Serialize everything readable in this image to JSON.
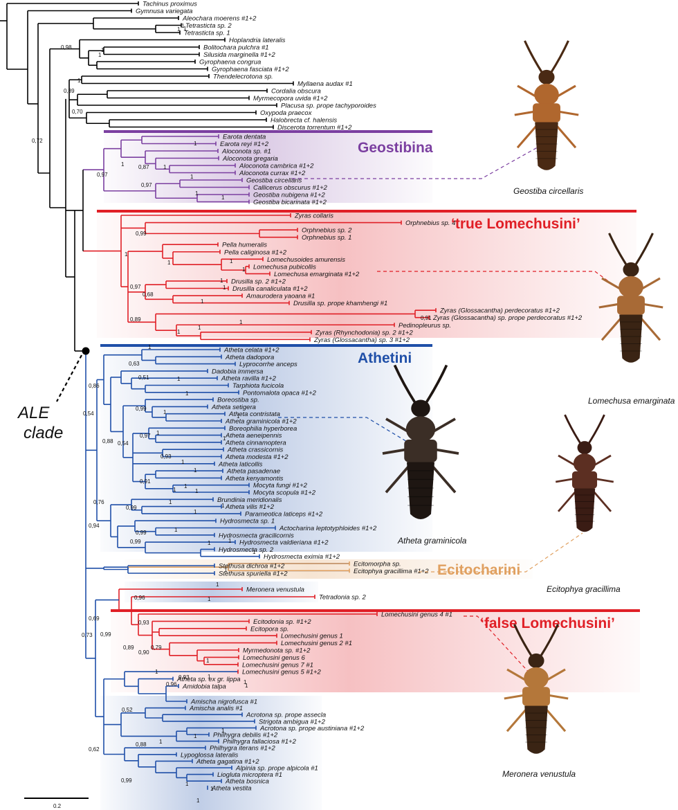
{
  "colors": {
    "outgroup": "#000000",
    "geostibina": "#7b3fa0",
    "lomechusini": "#e01f26",
    "athetini": "#1f4fa8",
    "ecitocharini": "#e0a060"
  },
  "clades": {
    "geostibina": "Geostibina",
    "true_lomechusini": "‘true Lomechusini’",
    "athetini": "Athetini",
    "ecitocharini": "Ecitocharini",
    "false_lomechusini": "‘false Lomechusini’"
  },
  "ale_label": [
    "ALE",
    "clade"
  ],
  "scale_label": "0.2",
  "captions": [
    "Geostiba circellaris",
    "Lomechusa emarginata",
    "Atheta graminicola",
    "Ecitophya gracillima",
    "Meronera venustula"
  ],
  "taxa": [
    {
      "name": "Tachinus proximus",
      "group": "outgroup"
    },
    {
      "name": "Gymnusa variegata",
      "group": "outgroup"
    },
    {
      "name": "Aleochara moerens #1+2",
      "group": "outgroup"
    },
    {
      "name": "Tetrasticta sp. 2",
      "group": "outgroup"
    },
    {
      "name": "Tetrasticta sp. 1",
      "group": "outgroup"
    },
    {
      "name": "Hoplandria lateralis",
      "group": "outgroup"
    },
    {
      "name": "Bolitochara pulchra #1",
      "group": "outgroup"
    },
    {
      "name": "Silusida marginella #1+2",
      "group": "outgroup"
    },
    {
      "name": "Gyrophaena congrua",
      "group": "outgroup"
    },
    {
      "name": "Gyrophaena fasciata #1+2",
      "group": "outgroup"
    },
    {
      "name": "Thendelecrotona sp.",
      "group": "outgroup"
    },
    {
      "name": "Myllaena audax #1",
      "group": "outgroup"
    },
    {
      "name": "Cordalia obscura",
      "group": "outgroup"
    },
    {
      "name": "Myrmecopora uvida #1+2",
      "group": "outgroup"
    },
    {
      "name": "Placusa sp. prope tachyporoides",
      "group": "outgroup"
    },
    {
      "name": "Oxypoda praecox",
      "group": "outgroup"
    },
    {
      "name": "Halobrecta cf. halensis",
      "group": "outgroup"
    },
    {
      "name": "Discerota torrentum #1+2",
      "group": "outgroup"
    },
    {
      "name": "Earota dentata",
      "group": "geostibina"
    },
    {
      "name": "Earota reyi #1+2",
      "group": "geostibina"
    },
    {
      "name": "Aloconota sp. #1",
      "group": "geostibina"
    },
    {
      "name": "Aloconota gregaria",
      "group": "geostibina"
    },
    {
      "name": "Aloconota cambrica #1+2",
      "group": "geostibina"
    },
    {
      "name": "Aloconota currax #1+2",
      "group": "geostibina"
    },
    {
      "name": "Geostiba circellaris",
      "group": "geostibina"
    },
    {
      "name": "Callicerus obscurus #1+2",
      "group": "geostibina"
    },
    {
      "name": "Geostiba nubigena #1+2",
      "group": "geostibina"
    },
    {
      "name": "Geostiba bicarinata #1+2",
      "group": "geostibina"
    },
    {
      "name": "Zyras collaris",
      "group": "lomechusini"
    },
    {
      "name": "Orphnebius sp. 4",
      "group": "lomechusini"
    },
    {
      "name": "Orphnebius sp. 2",
      "group": "lomechusini"
    },
    {
      "name": "Orphnebius sp. 1",
      "group": "lomechusini"
    },
    {
      "name": "Pella humeralis",
      "group": "lomechusini"
    },
    {
      "name": "Pella caliginosa #1+2",
      "group": "lomechusini"
    },
    {
      "name": "Lomechusoides amurensis",
      "group": "lomechusini"
    },
    {
      "name": "Lomechusa pubicollis",
      "group": "lomechusini"
    },
    {
      "name": "Lomechusa emarginata #1+2",
      "group": "lomechusini"
    },
    {
      "name": "Drusilla sp. 2 #1+2",
      "group": "lomechusini"
    },
    {
      "name": "Drusilla canaliculata #1+2",
      "group": "lomechusini"
    },
    {
      "name": "Amaurodera yaoana #1",
      "group": "lomechusini"
    },
    {
      "name": "Drusilla sp. prope khamhengi #1",
      "group": "lomechusini"
    },
    {
      "name": "Zyras (Glossacantha) perdecoratus #1+2",
      "group": "lomechusini"
    },
    {
      "name": "Zyras (Glossacantha) sp. prope perdecoratus #1+2",
      "group": "lomechusini"
    },
    {
      "name": "Pedinopleurus sp.",
      "group": "lomechusini"
    },
    {
      "name": "Zyras (Rhynchodonia) sp. 2 #1+2",
      "group": "lomechusini"
    },
    {
      "name": "Zyras (Glossacantha) sp. 3 #1+2",
      "group": "lomechusini"
    },
    {
      "name": "Atheta celata #1+2",
      "group": "athetini"
    },
    {
      "name": "Atheta dadopora",
      "group": "athetini"
    },
    {
      "name": "Lyprocorrhe anceps",
      "group": "athetini"
    },
    {
      "name": "Dadobia immersa",
      "group": "athetini"
    },
    {
      "name": "Atheta ravilla #1+2",
      "group": "athetini"
    },
    {
      "name": "Tarphiota fucicola",
      "group": "athetini"
    },
    {
      "name": "Pontomalota opaca #1+2",
      "group": "athetini"
    },
    {
      "name": "Boreostiba sp.",
      "group": "athetini"
    },
    {
      "name": "Atheta setigera",
      "group": "athetini"
    },
    {
      "name": "Atheta contristata",
      "group": "athetini"
    },
    {
      "name": "Atheta graminicola #1+2",
      "group": "athetini"
    },
    {
      "name": "Boreophilia hyperborea",
      "group": "athetini"
    },
    {
      "name": "Atheta aeneipennis",
      "group": "athetini"
    },
    {
      "name": "Atheta cinnamoptera",
      "group": "athetini"
    },
    {
      "name": "Atheta crassicornis",
      "group": "athetini"
    },
    {
      "name": "Atheta modesta #1+2",
      "group": "athetini"
    },
    {
      "name": "Atheta laticollis",
      "group": "athetini"
    },
    {
      "name": "Atheta pasadenae",
      "group": "athetini"
    },
    {
      "name": "Atheta kenyamontis",
      "group": "athetini"
    },
    {
      "name": "Mocyta fungi #1+2",
      "group": "athetini"
    },
    {
      "name": "Mocyta scopula #1+2",
      "group": "athetini"
    },
    {
      "name": "Brundinia meridionalis",
      "group": "athetini"
    },
    {
      "name": "Atheta vilis #1+2",
      "group": "athetini"
    },
    {
      "name": "Parameotica laticeps #1+2",
      "group": "athetini"
    },
    {
      "name": "Hydrosmecta sp. 1",
      "group": "athetini"
    },
    {
      "name": "Actocharina leptotyphloides #1+2",
      "group": "athetini"
    },
    {
      "name": "Hydrosmecta gracilicornis",
      "group": "athetini"
    },
    {
      "name": "Hydrosmecta valdieriana #1+2",
      "group": "athetini"
    },
    {
      "name": "Hydrosmecta sp. 2",
      "group": "athetini"
    },
    {
      "name": "Hydrosmecta eximia #1+2",
      "group": "athetini"
    },
    {
      "name": "Ecitomorpha sp.",
      "group": "ecitocharini"
    },
    {
      "name": "Ecitophya gracillima #1+2",
      "group": "ecitocharini"
    },
    {
      "name": "Stethusa dichroa #1+2",
      "group": "athetini"
    },
    {
      "name": "Stethusa spuriella #1+2",
      "group": "athetini"
    },
    {
      "name": "Meronera venustula",
      "group": "lomechusini"
    },
    {
      "name": "Tetradonia sp. 2",
      "group": "lomechusini"
    },
    {
      "name": "Lomechusini genus 4 #1",
      "group": "lomechusini"
    },
    {
      "name": "Ecitodonia sp. #1+2",
      "group": "lomechusini"
    },
    {
      "name": "Ecitopora sp.",
      "group": "lomechusini"
    },
    {
      "name": "Lomechusini genus 1",
      "group": "lomechusini"
    },
    {
      "name": "Lomechusini genus 2 #1",
      "group": "lomechusini"
    },
    {
      "name": "Myrmedonota sp. #1+2",
      "group": "lomechusini"
    },
    {
      "name": "Lomechusini genus 6",
      "group": "lomechusini"
    },
    {
      "name": "Lomechusini genus 7 #1",
      "group": "lomechusini"
    },
    {
      "name": "Lomechusini genus 5 #1+2",
      "group": "lomechusini"
    },
    {
      "name": "Atheta sp. ex gr. lippa",
      "group": "athetini"
    },
    {
      "name": "Amidobia talpa",
      "group": "athetini"
    },
    {
      "name": "Amischa nigrofusca #1",
      "group": "athetini"
    },
    {
      "name": "Amischa analis #1",
      "group": "athetini"
    },
    {
      "name": "Acrotona sp. prope assecla",
      "group": "athetini"
    },
    {
      "name": "Strigota ambigua #1+2",
      "group": "athetini"
    },
    {
      "name": "Acrotona sp. prope austiniana #1+2",
      "group": "athetini"
    },
    {
      "name": "Philhygra debilis #1+2",
      "group": "athetini"
    },
    {
      "name": "Philhygra fallaciosa #1+2",
      "group": "athetini"
    },
    {
      "name": "Philhygra iterans #1+2",
      "group": "athetini"
    },
    {
      "name": "Lypoglossa lateralis",
      "group": "athetini"
    },
    {
      "name": "Atheta gagatina #1+2",
      "group": "athetini"
    },
    {
      "name": "Alpinia sp. prope alpicola #1",
      "group": "athetini"
    },
    {
      "name": "Liogluta microptera #1",
      "group": "athetini"
    },
    {
      "name": "Atheta bosnica",
      "group": "athetini"
    },
    {
      "name": "Atheta vestita",
      "group": "athetini"
    }
  ],
  "supports": [
    "1",
    "0,98",
    "0,89",
    "0,70",
    "0,72",
    "0,97",
    "0,87",
    "0,97",
    "0,99",
    "0,97",
    "0,68",
    "0,89",
    "0,91",
    "0,63",
    "0,86",
    "0,51",
    "0,54",
    "0,99",
    "0,88",
    "0,54",
    "0,97",
    "0,93",
    "0,91",
    "0,76",
    "0,99",
    "0,94",
    "0,99",
    "0,99",
    "0,96",
    "0,69",
    "0,73",
    "0,99",
    "0,93",
    "0,79",
    "0,90",
    "0,89",
    "0,93",
    "0,96",
    "0,52",
    "0,88",
    "0,99",
    "0,62"
  ]
}
